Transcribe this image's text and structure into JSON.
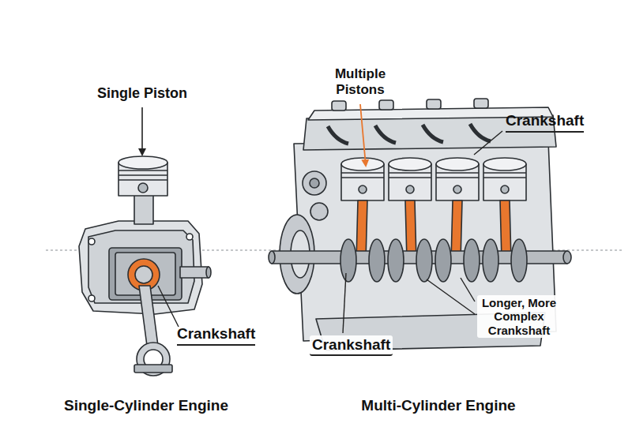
{
  "diagram": {
    "labels": [
      "Single Piston",
      "Multiple Pistons",
      "Crankshaft",
      "Crankshaft",
      "Crankshaft",
      "Longer, More Complex Crankshaft",
      "Single-Cylinder Engine",
      "Multi-Cylinder Engine"
    ]
  }
}
